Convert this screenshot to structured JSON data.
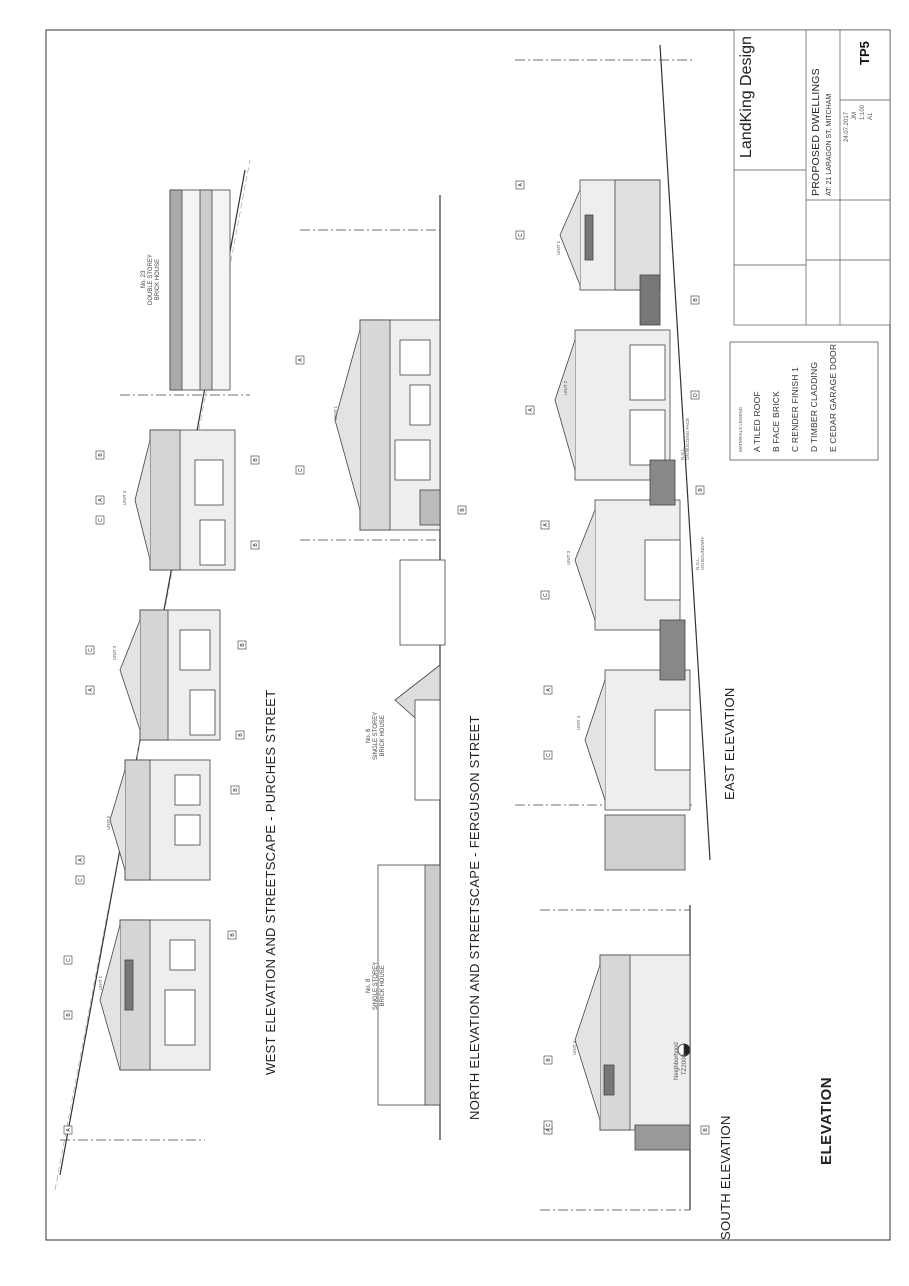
{
  "sheet_title": "ELEVATION",
  "elevations": {
    "west": "WEST ELEVATION AND STREETSCAPE - PURCHES STREET",
    "north": "NORTH ELEVATION AND STREETSCAPE - FERGUSON STREET",
    "east": "EAST ELEVATION",
    "south": "SOUTH ELEVATION"
  },
  "neighbours": {
    "no23": "No. 23\nDOUBLE STOREY\nBRICK HOUSE",
    "no6": "No. 6\nSINGLE STOREY\nBRICK HOUSE",
    "no8": "No. 8\nSINGLE STOREY\nBRICK HOUSE"
  },
  "units": {
    "west": [
      "UNIT 1",
      "UNIT 2",
      "UNIT 3",
      "UNIT 4"
    ],
    "north": [
      "UNIT 1"
    ],
    "east": [
      "UNIT 1",
      "UNIT 2",
      "UNIT 3",
      "UNIT 4"
    ],
    "south": [
      "UNIT 4"
    ]
  },
  "annotations": {
    "ngl_on_boundary": "N.G.L.\nON BOUNDARY",
    "ngl_on_building_face": "N.G.L.\nON BUILDING FACE",
    "neighbourhood_stamp": "Neighborhood",
    "stamp_code": "TZ2000"
  },
  "legend": {
    "heading": "MATERIALS LEGEND",
    "items": [
      "A  TILED ROOF",
      "B  FACE BRICK",
      "C  RENDER FINISH 1",
      "D  TIMBER CLADDING",
      "E  CEDAR GARAGE DOOR"
    ]
  },
  "title_block": {
    "brand": "LandKing Design",
    "project": "PROPOSED DWELLINGS",
    "address": "AT: 21 LARAGON ST, MITCHAM",
    "date": "24.07.2017",
    "sheet_no": "TP5",
    "scale": "1:100",
    "drawn": "JM",
    "size": "A1"
  },
  "marker_letters": [
    "A",
    "B",
    "C",
    "D",
    "E"
  ]
}
